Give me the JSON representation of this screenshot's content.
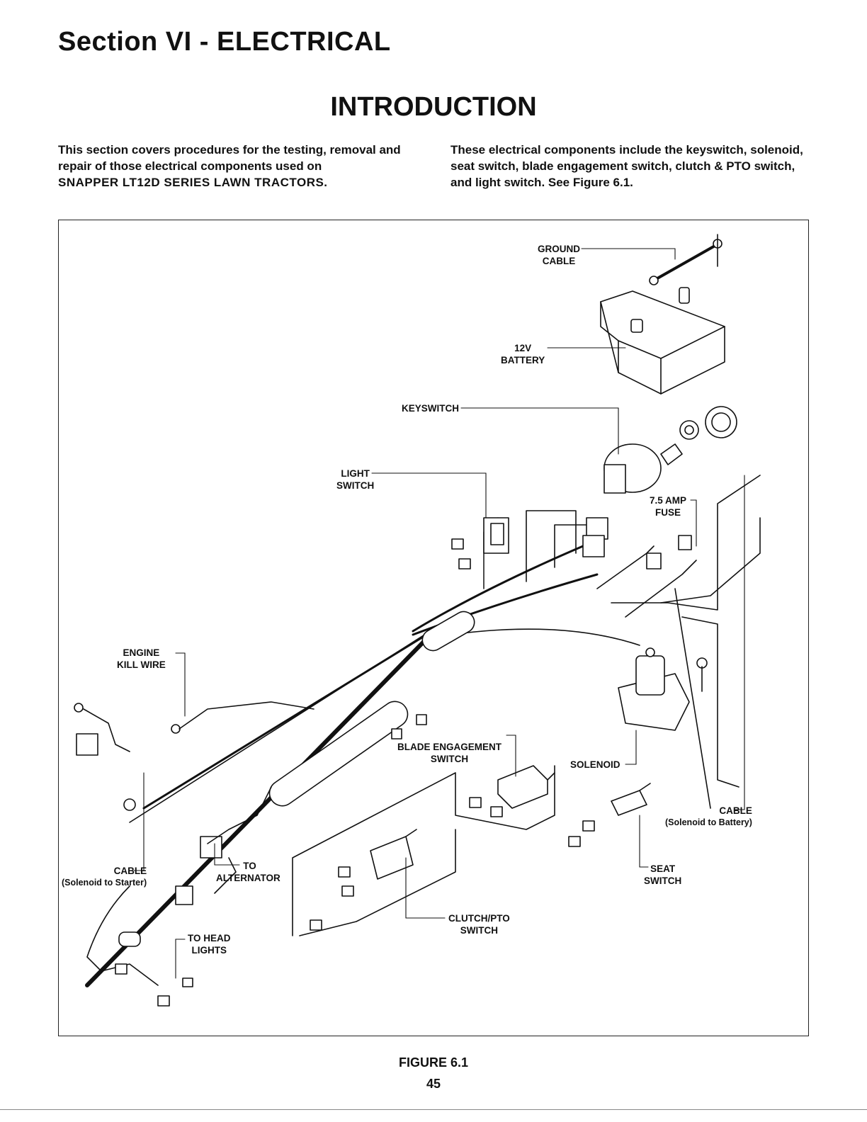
{
  "header": {
    "section_title": "Section VI - ELECTRICAL",
    "intro_title": "INTRODUCTION"
  },
  "intro": {
    "left_text": "This section covers procedures for the testing, removal and repair of those electrical components used on",
    "left_emph": "SNAPPER LT12D SERIES LAWN TRACTORS.",
    "right_text": "These electrical components include the keyswitch, solenoid, seat switch, blade engagement switch, clutch & PTO switch, and light switch.  See Figure 6.1."
  },
  "figure": {
    "labels": {
      "ground_cable": [
        "GROUND",
        "CABLE"
      ],
      "battery": [
        "12V",
        "BATTERY"
      ],
      "keyswitch": "KEYSWITCH",
      "light_switch": [
        "LIGHT",
        "SWITCH"
      ],
      "fuse": [
        "7.5 AMP",
        "FUSE"
      ],
      "engine_kill_wire": [
        "ENGINE",
        "KILL WIRE"
      ],
      "blade_engagement_switch": [
        "BLADE ENGAGEMENT",
        "SWITCH"
      ],
      "solenoid": "SOLENOID",
      "cable_battery": [
        "CABLE",
        "(Solenoid to Battery)"
      ],
      "cable_starter": [
        "CABLE",
        "(Solenoid to Starter)"
      ],
      "to_alternator": [
        "TO",
        "ALTERNATOR"
      ],
      "seat_switch": [
        "SEAT",
        "SWITCH"
      ],
      "clutch_pto_switch": [
        "CLUTCH/PTO",
        "SWITCH"
      ],
      "to_head_lights": [
        "TO HEAD",
        "LIGHTS"
      ]
    },
    "caption": "FIGURE 6.1"
  },
  "footer": {
    "page_number": "45"
  }
}
